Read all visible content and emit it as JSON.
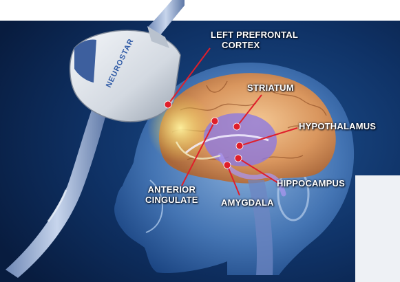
{
  "labels": {
    "left_prefrontal_line1": "LEFT PREFRONTAL",
    "left_prefrontal_line2": "CORTEX",
    "striatum": "STRIATUM",
    "hypothalamus": "HYPOTHALAMUS",
    "hippocampus": "HIPPOCAMPUS",
    "amygdala": "AMYGDALA",
    "anterior_cingulate_line1": "ANTERIOR",
    "anterior_cingulate_line2": "CINGULATE"
  },
  "device": {
    "brand": "NEUROSTAR"
  },
  "colors": {
    "background": "#0d2a55",
    "marker": "#e01e2a",
    "leader_line": "#e01e2a",
    "label_text": "#ffffff"
  }
}
